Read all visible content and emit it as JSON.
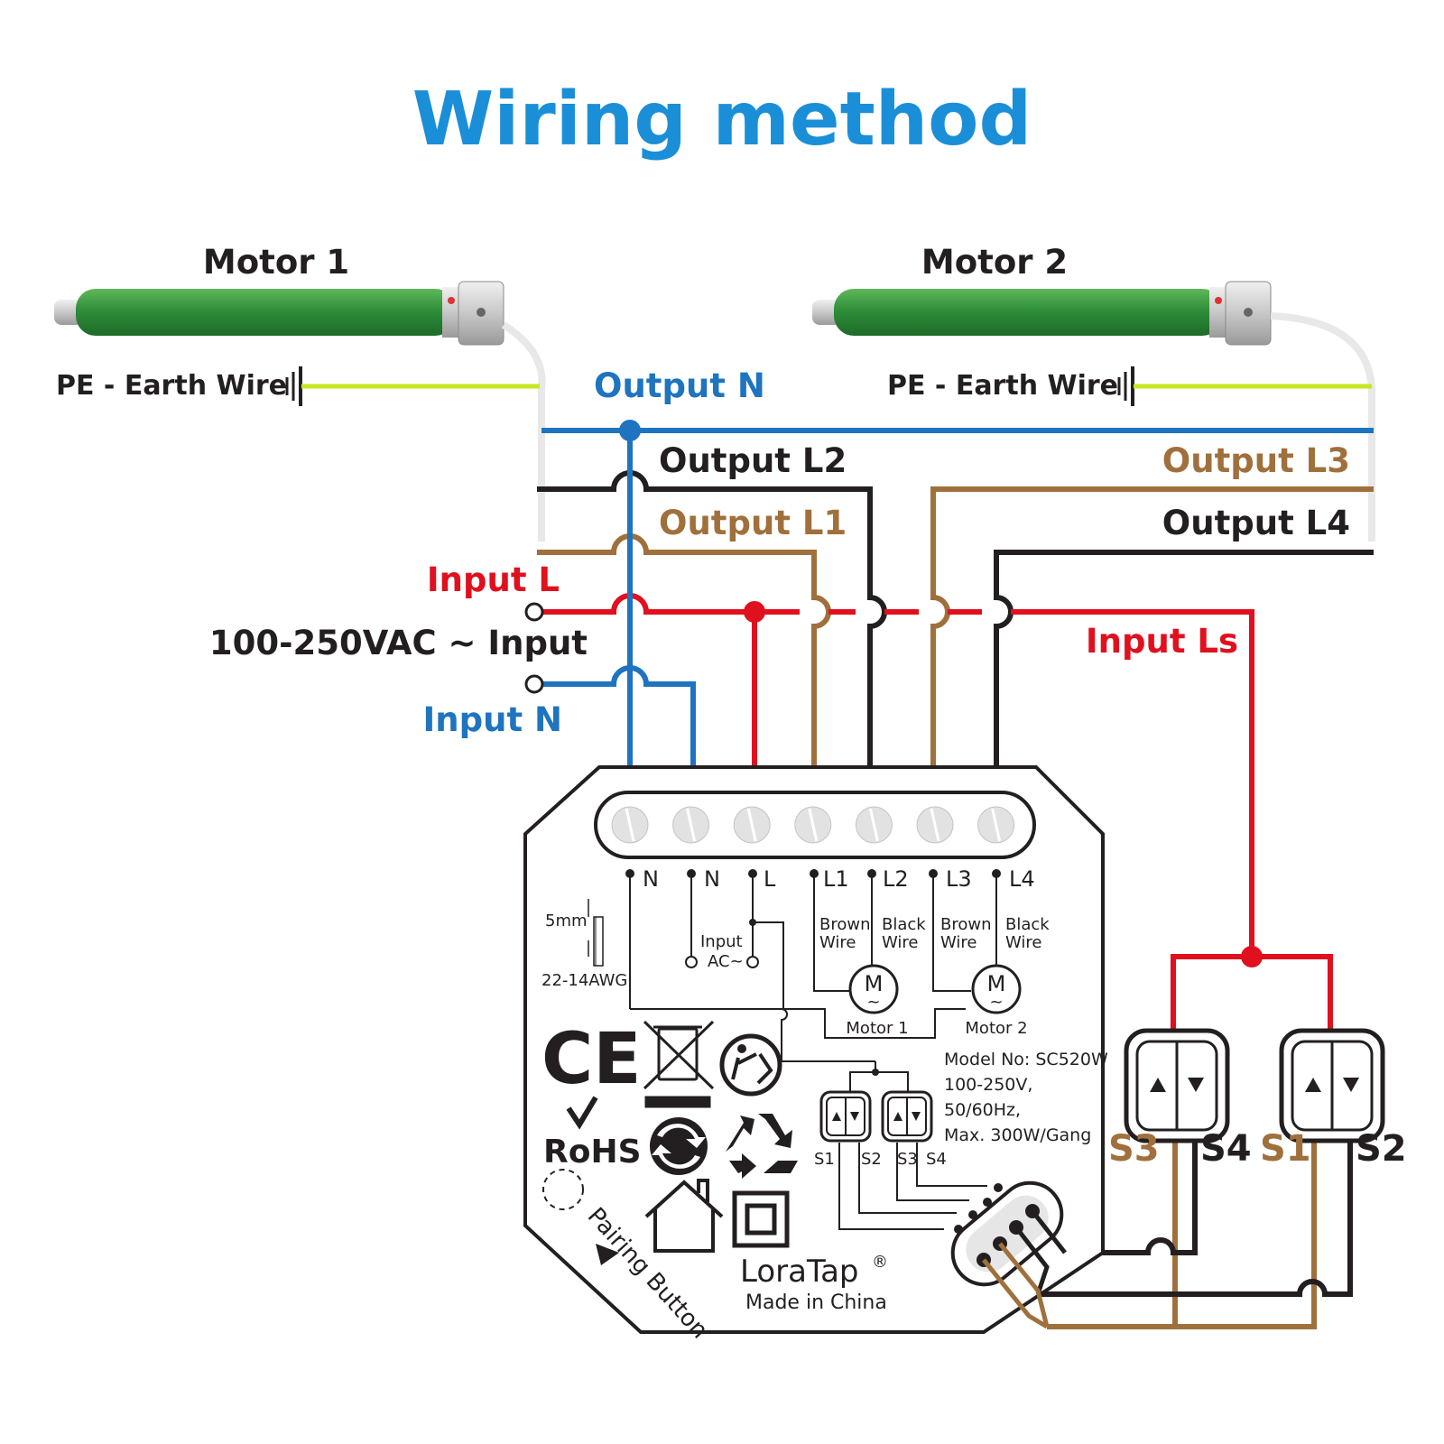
{
  "title": "Wiring method",
  "motors": [
    {
      "label": "Motor 1",
      "pe_label": "PE - Earth Wire"
    },
    {
      "label": "Motor 2",
      "pe_label": "PE - Earth Wire"
    }
  ],
  "wire_labels": {
    "output_n": "Output N",
    "output_l1": "Output L1",
    "output_l2": "Output L2",
    "output_l3": "Output L3",
    "output_l4": "Output L4",
    "input_l": "Input L",
    "input_n": "Input N",
    "input_ls": "Input Ls",
    "ac_input": "100-250VAC ~ Input"
  },
  "device": {
    "terminals": [
      "N",
      "N",
      "L",
      "L1",
      "L2",
      "L3",
      "L4"
    ],
    "wire_notes": {
      "brown1": [
        "Brown",
        "Wire"
      ],
      "black1": [
        "Black",
        "Wire"
      ],
      "brown2": [
        "Brown",
        "Wire"
      ],
      "black2": [
        "Black",
        "Wire"
      ]
    },
    "input_ac": [
      "Input",
      "AC~"
    ],
    "strip_length": "5mm",
    "awg": "22-14AWG",
    "motor_symbol": "M",
    "motor_tilde": "~",
    "motor1_label": "Motor 1",
    "motor2_label": "Motor 2",
    "spec_lines": [
      "Model No: SC520W",
      "100-250V,",
      "50/60Hz,",
      "Max. 300W/Gang"
    ],
    "mini_switch_labels": [
      "S1",
      "S2",
      "S3",
      "S4"
    ],
    "logos": {
      "ce": "CE",
      "rohs": "RoHS"
    },
    "pairing": "Pairing Button",
    "brand": "LoraTap",
    "registered": "®",
    "made_in": "Made in China"
  },
  "switches": {
    "labels": [
      "S3",
      "S4",
      "S1",
      "S2"
    ]
  },
  "colors": {
    "title": "#1a8fd8",
    "neutral_blue": "#1f74bf",
    "live_red": "#e0101e",
    "brown": "#a0703c",
    "black": "#231f20",
    "earth_yellow_green": "#c8e61e",
    "motor_green": "#2f8f3a"
  },
  "icons": [
    "ce-mark-icon",
    "weee-bin-icon",
    "recycle-person-icon",
    "rohs-check-icon",
    "green-dot-icon",
    "recycle-triangle-icon",
    "house-indoor-icon",
    "double-insulation-icon",
    "up-arrow-icon",
    "down-arrow-icon"
  ]
}
